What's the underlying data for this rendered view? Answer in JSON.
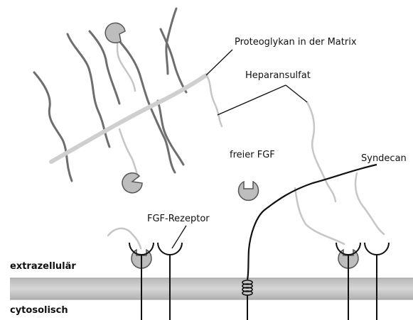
{
  "labels": {
    "proteoglykan": "Proteoglykan in der Matrix",
    "heparansulfat": "Heparansulfat",
    "syndecan": "Syndecan",
    "freier_fgf": "freier FGF",
    "fgf_rezeptor": "FGF-Rezeptor",
    "extrazellular": "extrazellulär",
    "cytosolisch": "cytosolisch"
  },
  "colors": {
    "chain_dark": "#707070",
    "chain_light": "#c8c8c8",
    "backbone": "#cfcfcf",
    "membrane": "#c4c4c4",
    "fgf_fill": "#bdbdbd",
    "line": "#111111"
  }
}
